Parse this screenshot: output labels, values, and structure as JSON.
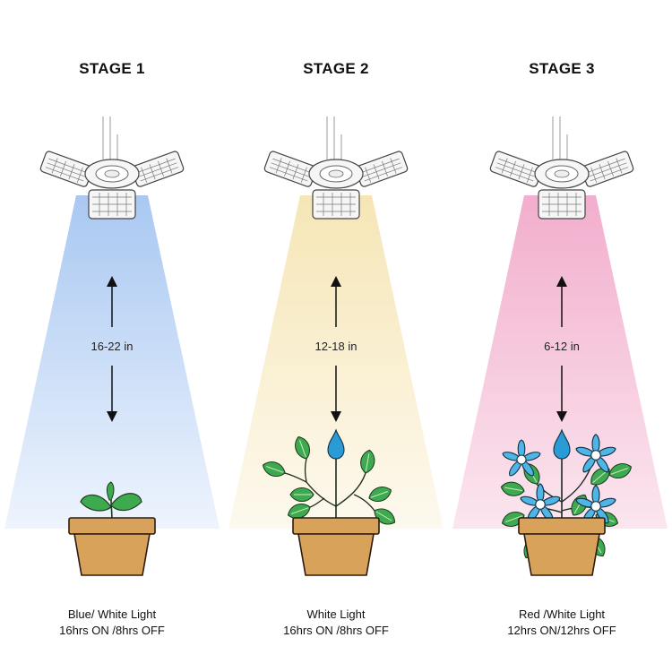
{
  "stages": [
    {
      "title": "STAGE 1",
      "distance": "16-22 in",
      "caption_line1": "Blue/ White Light",
      "caption_line2": "16hrs ON /8hrs OFF",
      "beam_color": "#a9c8f2",
      "plant": "seedling-icon"
    },
    {
      "title": "STAGE 2",
      "distance": "12-18 in",
      "caption_line1": "White Light",
      "caption_line2": "16hrs ON /8hrs OFF",
      "beam_color": "#f6e8bd",
      "plant": "leafy-plant-icon"
    },
    {
      "title": "STAGE 3",
      "distance": "6-12 in",
      "caption_line1": "Red /White Light",
      "caption_line2": "12hrs ON/12hrs OFF",
      "beam_color": "#f2b1cf",
      "plant": "flowering-plant-icon"
    }
  ],
  "colors": {
    "pot": "#d9a25a",
    "pot_stroke": "#2b1c10",
    "leaf": "#3daa4f",
    "flower": "#4fb4e6",
    "bud": "#2b9bd8"
  }
}
